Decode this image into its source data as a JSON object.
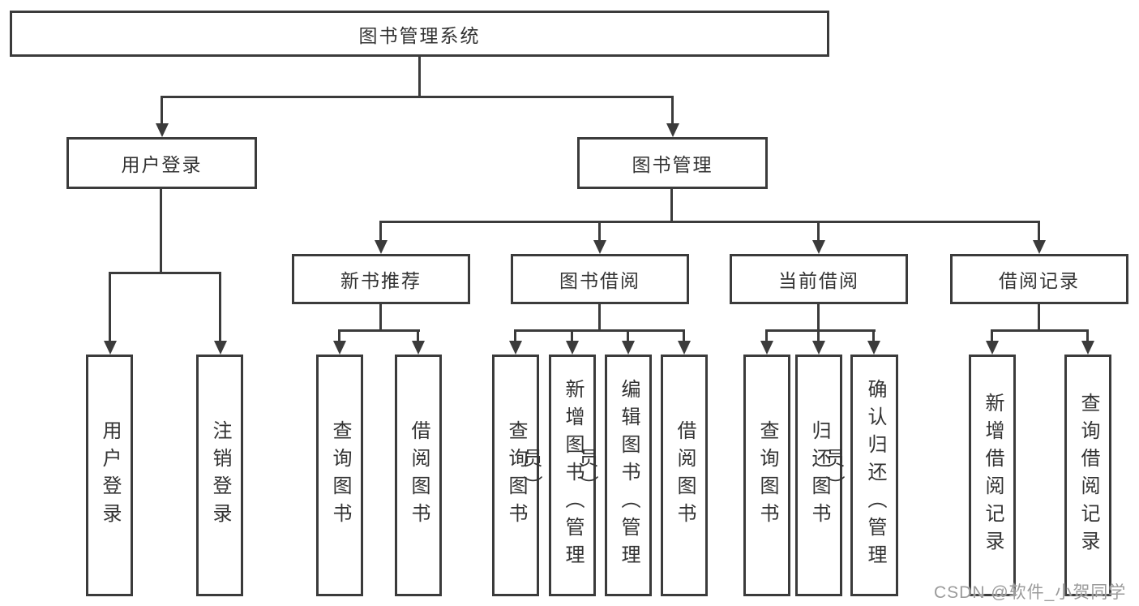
{
  "diagram": {
    "title": "图书管理系统",
    "palette": {
      "line": "#3b3b3b",
      "text": "#333333",
      "watermark": "#9b9b9b",
      "background": "#ffffff"
    },
    "tree": {
      "root": {
        "label": "图书管理系统",
        "children": [
          {
            "label": "用户登录",
            "children": [
              {
                "label": "用户登录"
              },
              {
                "label": "注销登录"
              }
            ]
          },
          {
            "label": "图书管理",
            "children": [
              {
                "label": "新书推荐",
                "children": [
                  {
                    "label": "查询图书"
                  },
                  {
                    "label": "借阅图书"
                  }
                ]
              },
              {
                "label": "图书借阅",
                "children": [
                  {
                    "label": "查询图书"
                  },
                  {
                    "label": "新增图书（管理员）"
                  },
                  {
                    "label": "编辑图书（管理员）"
                  },
                  {
                    "label": "借阅图书"
                  }
                ]
              },
              {
                "label": "当前借阅",
                "children": [
                  {
                    "label": "查询图书"
                  },
                  {
                    "label": "归还图书"
                  },
                  {
                    "label": "确认归还（管理员）"
                  }
                ]
              },
              {
                "label": "借阅记录",
                "children": [
                  {
                    "label": "新增借阅记录"
                  },
                  {
                    "label": "查询借阅记录"
                  }
                ]
              }
            ]
          }
        ]
      }
    },
    "watermark": {
      "text": "CSDN @软件_小贺同学"
    }
  }
}
